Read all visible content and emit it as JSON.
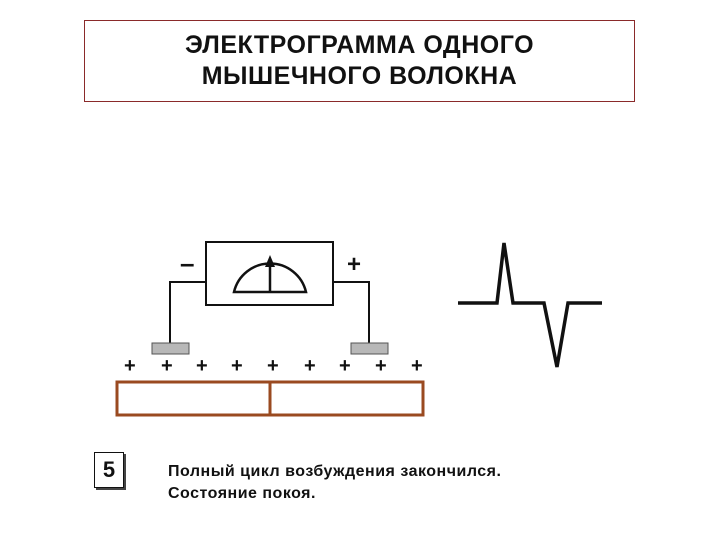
{
  "title": {
    "line1": "ЭЛЕКТРОГРАММА ОДНОГО",
    "line2": "МЫШЕЧНОГО ВОЛОКНА"
  },
  "galvanometer": {
    "minus_label": "–",
    "plus_label": "+"
  },
  "fiber": {
    "charge_signs": [
      "+",
      "+",
      "+",
      "+",
      "+",
      "+",
      "+",
      "+",
      "+"
    ]
  },
  "step": {
    "number": "5"
  },
  "caption": {
    "line1": "Полный цикл возбуждения закончился.",
    "line2": "Состояние покоя."
  },
  "colors": {
    "title_border": "#8a2a2a",
    "fiber": "#9a4a20",
    "electrode": "#b8b8b8",
    "ink": "#111111"
  }
}
